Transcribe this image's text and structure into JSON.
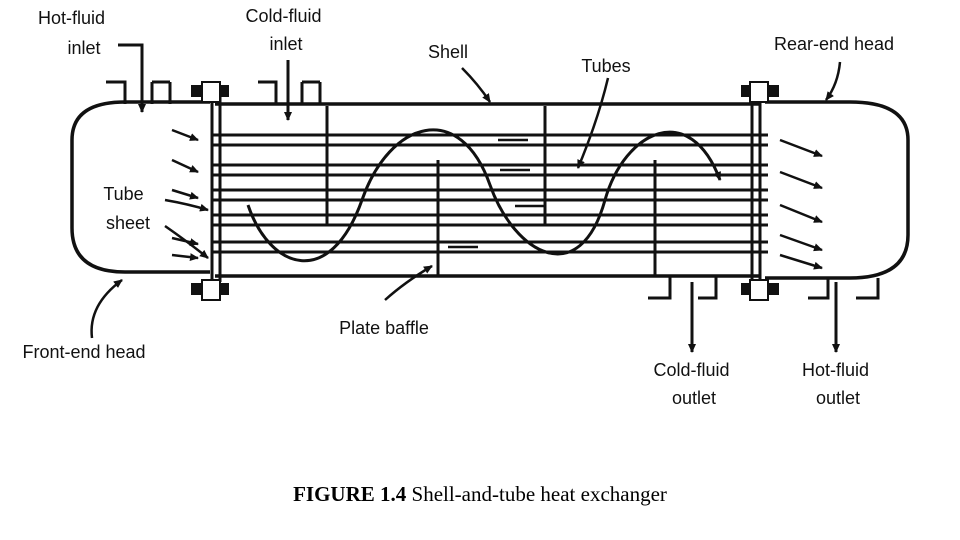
{
  "labels": {
    "hot_fluid_inlet": [
      "Hot-fluid",
      "inlet"
    ],
    "cold_fluid_inlet": [
      "Cold-fluid",
      "inlet"
    ],
    "shell": "Shell",
    "tubes": "Tubes",
    "rear_end_head": "Rear-end head",
    "tube_sheet": [
      "Tube",
      "sheet"
    ],
    "plate_baffle": "Plate baffle",
    "front_end_head": "Front-end head",
    "cold_fluid_outlet": [
      "Cold-fluid",
      "outlet"
    ],
    "hot_fluid_outlet": [
      "Hot-fluid",
      "outlet"
    ]
  },
  "caption": {
    "number": "FIGURE 1.4",
    "text": "Shell-and-tube heat exchanger"
  },
  "colors": {
    "ink": "#111111",
    "background": "#ffffff"
  }
}
